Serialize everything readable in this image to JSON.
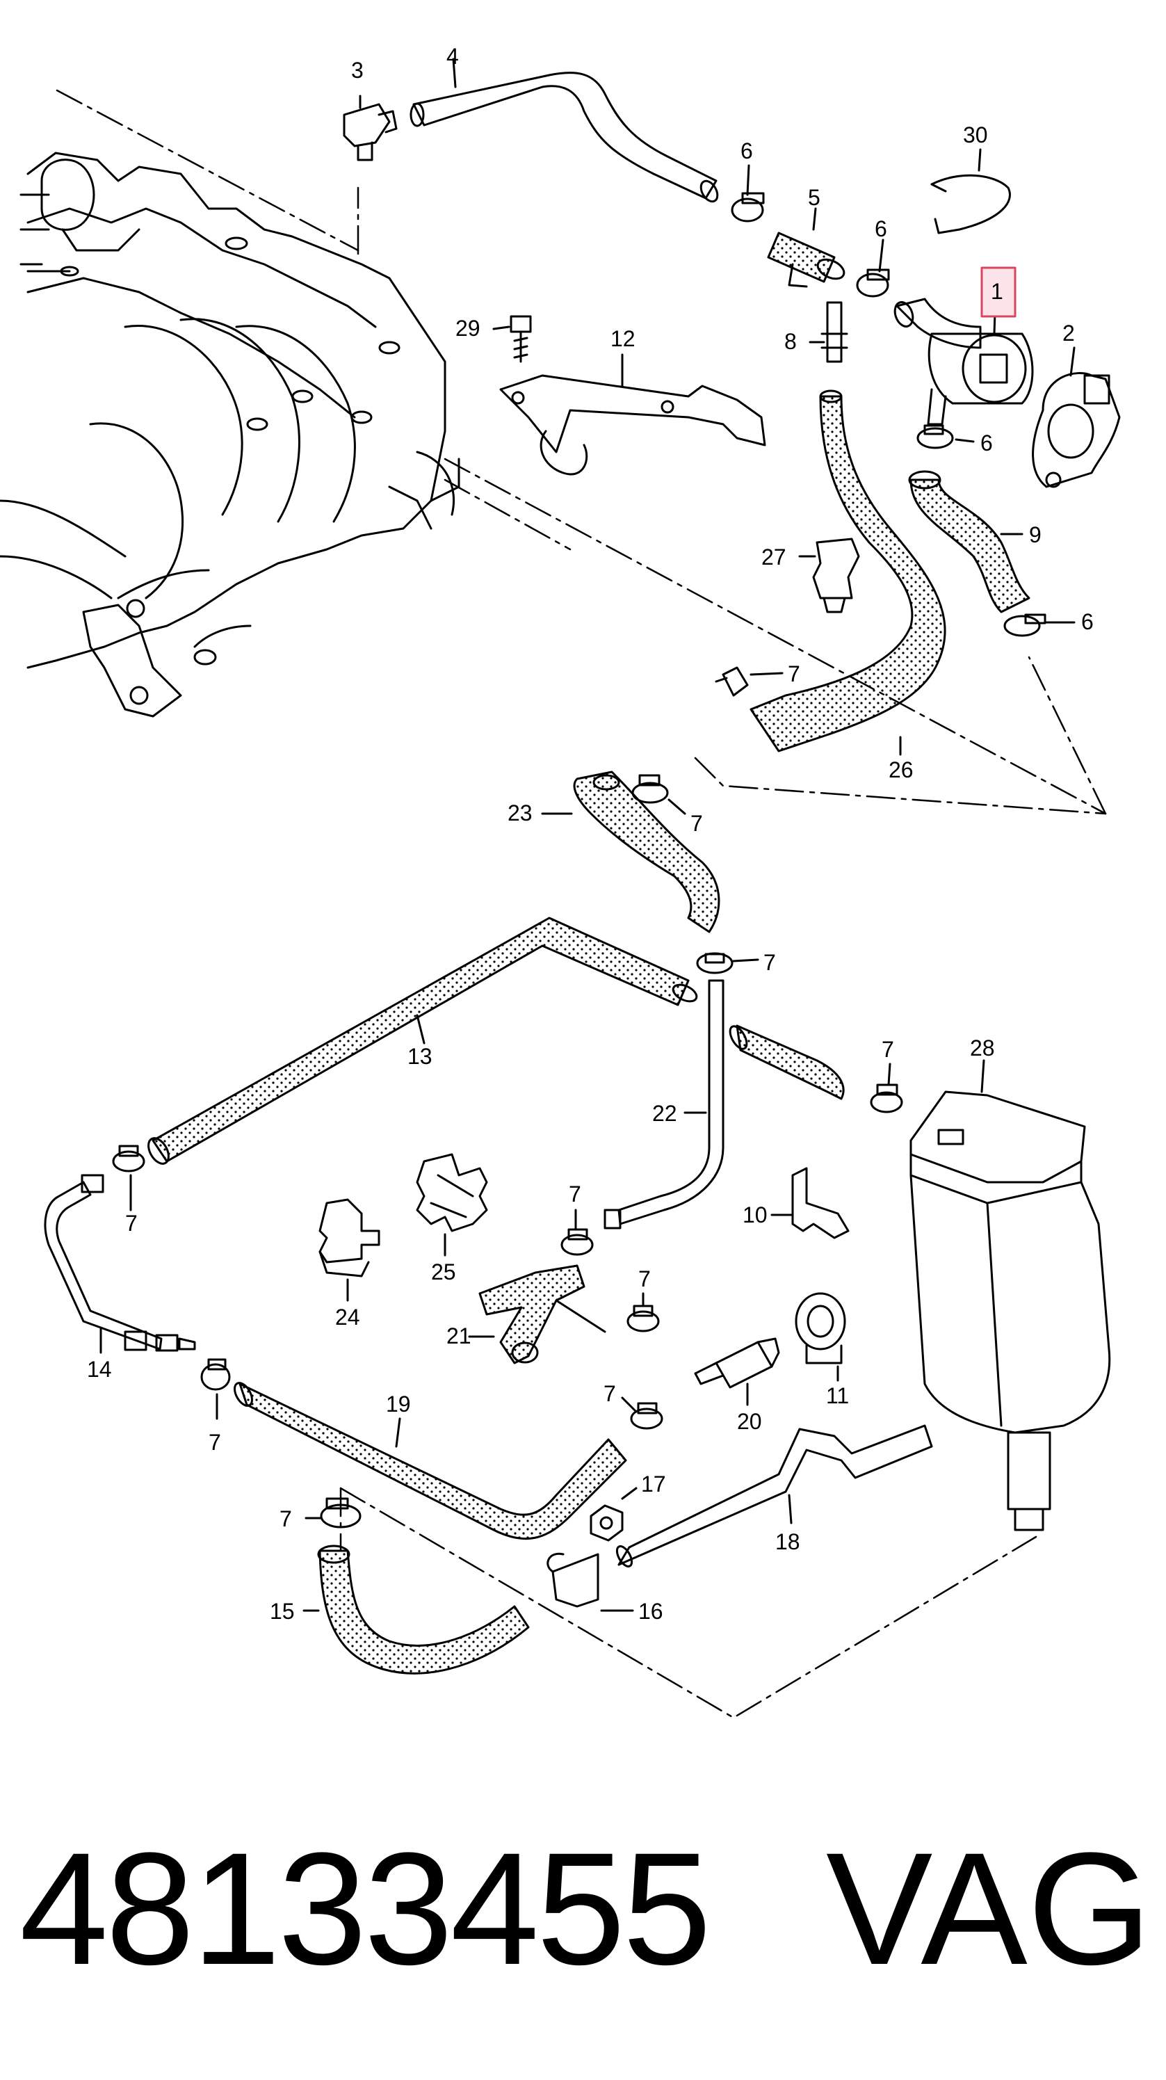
{
  "callouts": [
    {
      "id": "c1",
      "label": "1"
    },
    {
      "id": "c2",
      "label": "2"
    },
    {
      "id": "c3",
      "label": "3"
    },
    {
      "id": "c4",
      "label": "4"
    },
    {
      "id": "c5",
      "label": "5"
    },
    {
      "id": "c6a",
      "label": "6"
    },
    {
      "id": "c6b",
      "label": "6"
    },
    {
      "id": "c6c",
      "label": "6"
    },
    {
      "id": "c6d",
      "label": "6"
    },
    {
      "id": "c7a",
      "label": "7"
    },
    {
      "id": "c7b",
      "label": "7"
    },
    {
      "id": "c7c",
      "label": "7"
    },
    {
      "id": "c7d",
      "label": "7"
    },
    {
      "id": "c7e",
      "label": "7"
    },
    {
      "id": "c7f",
      "label": "7"
    },
    {
      "id": "c7g",
      "label": "7"
    },
    {
      "id": "c7h",
      "label": "7"
    },
    {
      "id": "c7i",
      "label": "7"
    },
    {
      "id": "c7j",
      "label": "7"
    },
    {
      "id": "c8",
      "label": "8"
    },
    {
      "id": "c9",
      "label": "9"
    },
    {
      "id": "c10",
      "label": "10"
    },
    {
      "id": "c11",
      "label": "11"
    },
    {
      "id": "c12",
      "label": "12"
    },
    {
      "id": "c13",
      "label": "13"
    },
    {
      "id": "c14",
      "label": "14"
    },
    {
      "id": "c15",
      "label": "15"
    },
    {
      "id": "c16",
      "label": "16"
    },
    {
      "id": "c17",
      "label": "17"
    },
    {
      "id": "c18",
      "label": "18"
    },
    {
      "id": "c19",
      "label": "19"
    },
    {
      "id": "c20",
      "label": "20"
    },
    {
      "id": "c21",
      "label": "21"
    },
    {
      "id": "c22",
      "label": "22"
    },
    {
      "id": "c23",
      "label": "23"
    },
    {
      "id": "c24",
      "label": "24"
    },
    {
      "id": "c25",
      "label": "25"
    },
    {
      "id": "c26",
      "label": "26"
    },
    {
      "id": "c27",
      "label": "27"
    },
    {
      "id": "c28",
      "label": "28"
    },
    {
      "id": "c29",
      "label": "29"
    },
    {
      "id": "c30",
      "label": "30"
    }
  ],
  "highlighted_callout": "1",
  "footer": {
    "part_number": "48133455",
    "brand": "VAG"
  }
}
